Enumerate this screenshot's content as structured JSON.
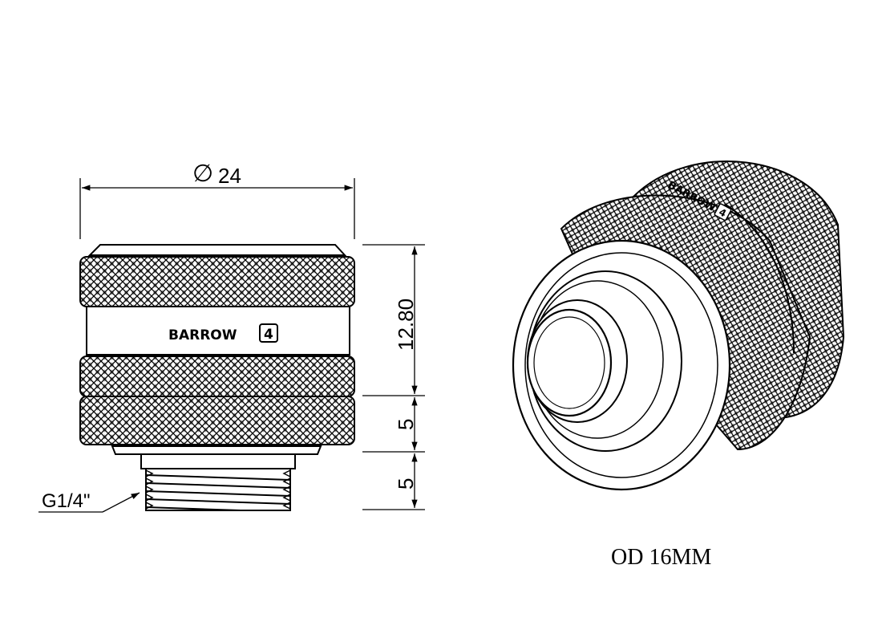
{
  "dimensions": {
    "diameter_symbol": "∅",
    "diameter_value": "24",
    "height_top": "12.80",
    "height_mid": "5",
    "height_bottom": "5",
    "thread": "G1/4\""
  },
  "brand": {
    "name": "BARROW",
    "mark": "4"
  },
  "caption": "OD 16MM"
}
